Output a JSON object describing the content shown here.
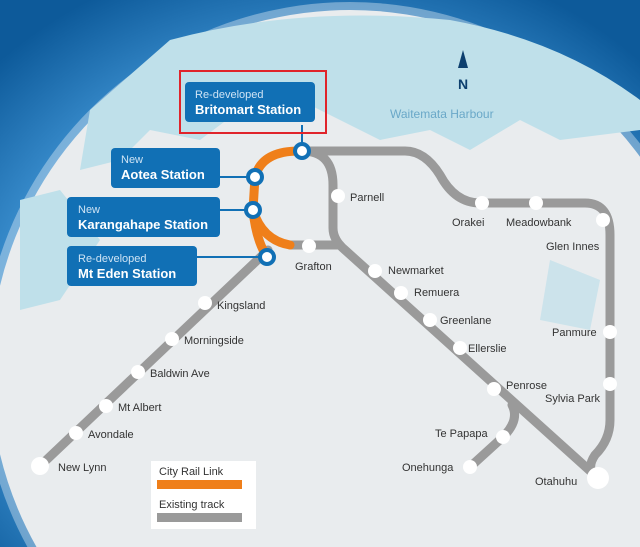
{
  "compass": "N",
  "harbour": "Waitemata Harbour",
  "callouts": [
    {
      "tag": "Re-developed",
      "name": "Britomart Station"
    },
    {
      "tag": "New",
      "name": "Aotea Station"
    },
    {
      "tag": "New",
      "name": "Karangahape Station"
    },
    {
      "tag": "Re-developed",
      "name": "Mt Eden Station"
    }
  ],
  "stations": [
    "Parnell",
    "Grafton",
    "Orakei",
    "Meadowbank",
    "Glen Innes",
    "Newmarket",
    "Remuera",
    "Greenlane",
    "Ellerslie",
    "Penrose",
    "Panmure",
    "Sylvia Park",
    "Te Papapa",
    "Onehunga",
    "Otahuhu",
    "Kingsland",
    "Morningside",
    "Baldwin Ave",
    "Mt Albert",
    "Avondale",
    "New Lynn"
  ],
  "legend": {
    "crl": "City Rail Link",
    "existing": "Existing track"
  },
  "colors": {
    "crl": "#ef7f1a",
    "existing": "#9a9a9a",
    "callout": "#1170b5",
    "highlight": "#e0242b"
  }
}
